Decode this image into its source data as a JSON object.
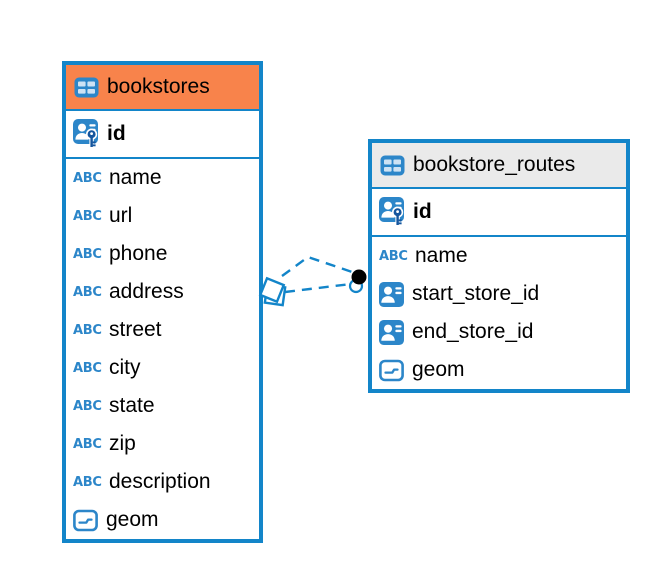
{
  "diagram": {
    "type_icon_label": "ABC",
    "colors": {
      "table_border": "#1385C9",
      "relationship_line": "#1385C9",
      "endpoint_dot": "#000000",
      "icon_blue": "#2C86C9",
      "bookstores_header": "#F8834B",
      "bookstore_routes_header": "#EAEAEA",
      "background": "#FFFFFF"
    },
    "tables": [
      {
        "title": "bookstores",
        "header_color": "#F8834B",
        "columns": [
          {
            "label": "id",
            "type": "primary-key"
          },
          {
            "label": "name",
            "type": "text"
          },
          {
            "label": "url",
            "type": "text"
          },
          {
            "label": "phone",
            "type": "text"
          },
          {
            "label": "address",
            "type": "text"
          },
          {
            "label": "street",
            "type": "text"
          },
          {
            "label": "city",
            "type": "text"
          },
          {
            "label": "state",
            "type": "text"
          },
          {
            "label": "zip",
            "type": "text"
          },
          {
            "label": "description",
            "type": "text"
          },
          {
            "label": "geom",
            "type": "geometry"
          }
        ]
      },
      {
        "title": "bookstore_routes",
        "header_color": "#EAEAEA",
        "columns": [
          {
            "label": "id",
            "type": "primary-key"
          },
          {
            "label": "name",
            "type": "text"
          },
          {
            "label": "start_store_id",
            "type": "reference"
          },
          {
            "label": "end_store_id",
            "type": "reference"
          },
          {
            "label": "geom",
            "type": "geometry"
          }
        ]
      }
    ],
    "relationships": [
      {
        "from_table": "bookstore_routes",
        "from_column": "start_store_id",
        "to_table": "bookstores"
      },
      {
        "from_table": "bookstore_routes",
        "from_column": "end_store_id",
        "to_table": "bookstores"
      }
    ]
  }
}
